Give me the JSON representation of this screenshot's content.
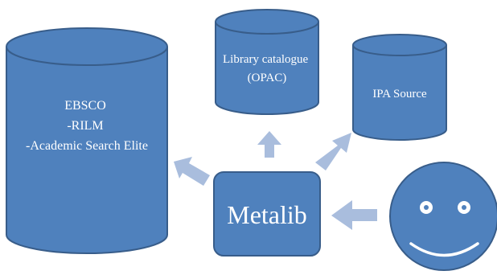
{
  "colors": {
    "shape_fill": "#4F81BD",
    "shape_stroke": "#385D8A",
    "arrow_fill": "#A9BDDD",
    "text": "#FFFFFF",
    "face_features": "#FFFFFF",
    "background": "#FFFFFF"
  },
  "nodes": {
    "ebsco": {
      "lines": [
        "EBSCO",
        "-RILM",
        "-Academic Search Elite"
      ]
    },
    "opac": {
      "lines": [
        "Library catalogue",
        "(OPAC)"
      ]
    },
    "ipa": {
      "lines": [
        "IPA Source"
      ]
    },
    "metalib": {
      "label": "Metalib"
    }
  },
  "user": {
    "icon": "smiley-face-icon"
  }
}
